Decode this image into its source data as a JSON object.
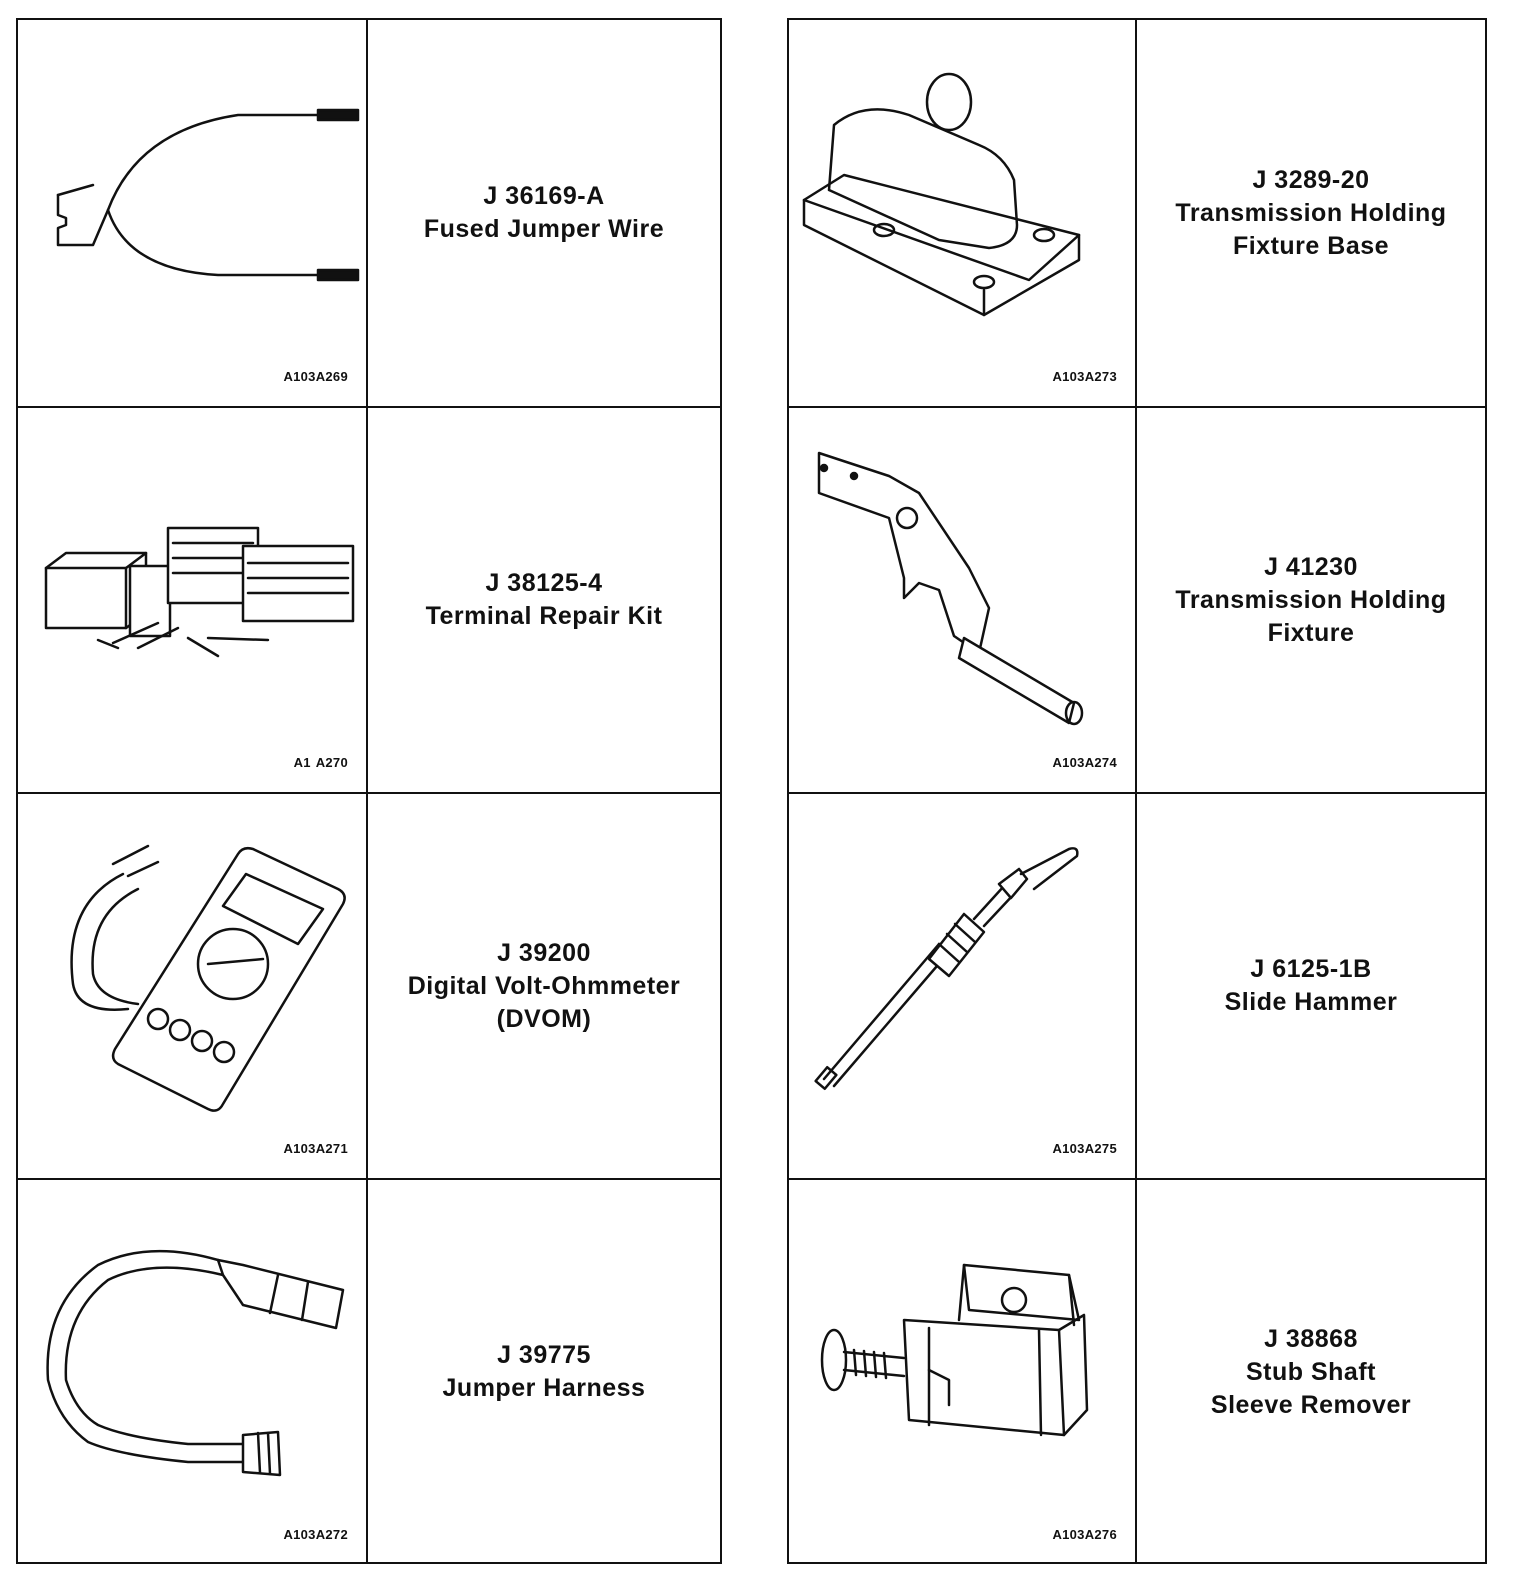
{
  "left_table": [
    {
      "part": "J 36169-A",
      "name_lines": [
        "Fused Jumper Wire"
      ],
      "figure": "A103A269",
      "illustration": "fused-jumper-wire-icon"
    },
    {
      "part": "J 38125-4",
      "name_lines": [
        "Terminal Repair Kit"
      ],
      "figure": "A1  A270",
      "illustration": "terminal-repair-kit-icon"
    },
    {
      "part": "J 39200",
      "name_lines": [
        "Digital Volt-Ohmmeter",
        "(DVOM)"
      ],
      "figure": "A103A271",
      "illustration": "dvom-icon"
    },
    {
      "part": "J 39775",
      "name_lines": [
        "Jumper Harness"
      ],
      "figure": "A103A272",
      "illustration": "jumper-harness-icon"
    }
  ],
  "right_table": [
    {
      "part": "J 3289-20",
      "name_lines": [
        "Transmission Holding",
        "Fixture Base"
      ],
      "figure": "A103A273",
      "illustration": "fixture-base-icon"
    },
    {
      "part": "J 41230",
      "name_lines": [
        "Transmission Holding",
        "Fixture"
      ],
      "figure": "A103A274",
      "illustration": "holding-fixture-icon"
    },
    {
      "part": "J 6125-1B",
      "name_lines": [
        "Slide Hammer"
      ],
      "figure": "A103A275",
      "illustration": "slide-hammer-icon"
    },
    {
      "part": "J 38868",
      "name_lines": [
        "Stub Shaft",
        "Sleeve Remover"
      ],
      "figure": "A103A276",
      "illustration": "sleeve-remover-icon"
    }
  ]
}
